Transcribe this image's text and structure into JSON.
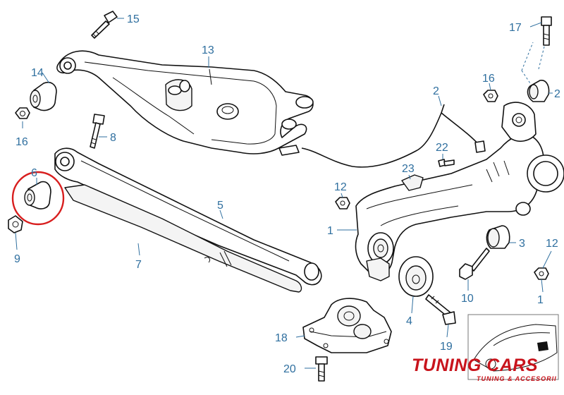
{
  "callouts": [
    {
      "id": "c15a",
      "text": "15"
    },
    {
      "id": "c13",
      "text": "13"
    },
    {
      "id": "c14",
      "text": "14"
    },
    {
      "id": "c16a",
      "text": "16"
    },
    {
      "id": "c8",
      "text": "8"
    },
    {
      "id": "c6",
      "text": "6"
    },
    {
      "id": "c9",
      "text": "9"
    },
    {
      "id": "c7",
      "text": "7"
    },
    {
      "id": "c5",
      "text": "5"
    },
    {
      "id": "c2a",
      "text": "2"
    },
    {
      "id": "c22",
      "text": "22"
    },
    {
      "id": "c23",
      "text": "23"
    },
    {
      "id": "c12a",
      "text": "12"
    },
    {
      "id": "c1a",
      "text": "1"
    },
    {
      "id": "c17",
      "text": "17"
    },
    {
      "id": "c16b",
      "text": "16"
    },
    {
      "id": "c2b",
      "text": "2"
    },
    {
      "id": "c3",
      "text": "3"
    },
    {
      "id": "c12b",
      "text": "12"
    },
    {
      "id": "c10",
      "text": "10"
    },
    {
      "id": "c1b",
      "text": "1"
    },
    {
      "id": "c4",
      "text": "4"
    },
    {
      "id": "c18",
      "text": "18"
    },
    {
      "id": "c19",
      "text": "19"
    },
    {
      "id": "c20",
      "text": "20"
    }
  ],
  "highlight": {
    "part": "6",
    "color": "#d81e1e"
  },
  "logo": {
    "main": "TUNING CARS",
    "sub": "TUNING & ACCESORII",
    "color": "#c8141c"
  },
  "colors": {
    "callout": "#2f6f9f",
    "line": "#111111"
  }
}
